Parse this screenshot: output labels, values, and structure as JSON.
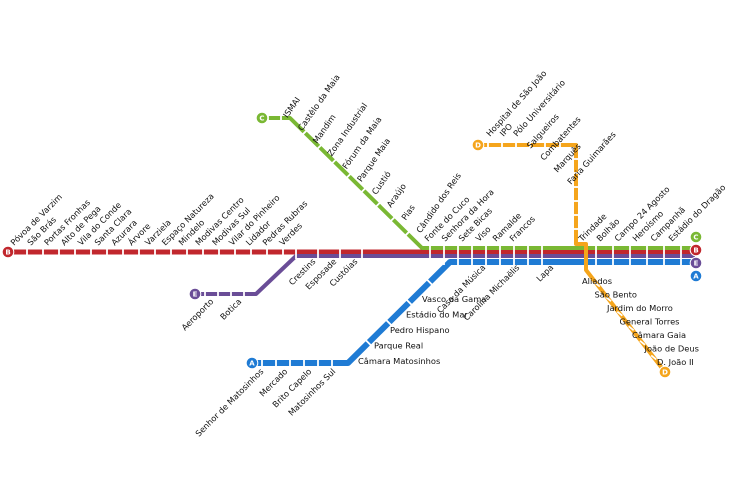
{
  "colors": {
    "line_a": "#1f7bd4",
    "line_b": "#c1272d",
    "line_c": "#7ab834",
    "line_d": "#f5a51c",
    "line_e": "#6a4d97",
    "background": "#ffffff"
  },
  "lines": {
    "a": {
      "letter": "A"
    },
    "b": {
      "letter": "B"
    },
    "c": {
      "letter": "C"
    },
    "d": {
      "letter": "D"
    },
    "e": {
      "letter": "E"
    }
  },
  "stations": {
    "b_branch": [
      "Póvoa de Varzim",
      "São Brás",
      "Portas Fronhas",
      "Alto de Pega",
      "Vila do Conde",
      "Santa Clara",
      "Azurara",
      "Árvore",
      "Varziela",
      "Espaço Natureza",
      "Mindelo",
      "Modivas Centro",
      "Modivas Sul",
      "Vilar do Pinheiro",
      "Lidador",
      "Pedras Rubras",
      "Verdes"
    ],
    "c_branch": [
      "ISMAI",
      "Castêlo da Maia",
      "Mandim",
      "Zona Industrial",
      "Fórum da Maia",
      "Parque Maia",
      "Custió",
      "Araújo",
      "Pias",
      "Cândido dos Reis"
    ],
    "trunk_upper": [
      "Fonte do Cuco",
      "Senhora da Hora",
      "Sete Bicas",
      "Viso",
      "Ramalde",
      "Francos"
    ],
    "trunk_lower": [
      "Casa da Música",
      "Carolina Michaëlis",
      "Lapa"
    ],
    "d_north": [
      "Hospital de São João",
      "IPO",
      "Pólo Universitário",
      "Salgueiros",
      "Combatentes",
      "Marquês",
      "Faria Guimarães"
    ],
    "east_trunk": [
      "Trindade",
      "Bolhão",
      "Campo 24 Agosto",
      "Heroísmo",
      "Campanhã",
      "Estádio do Dragão"
    ],
    "d_south": [
      "Aliados",
      "São Bento",
      "Jardim do Morro",
      "General Torres",
      "Câmara Gaia",
      "João de Deus",
      "D. João II"
    ],
    "e_branch": [
      "Aeroporto",
      "Botica"
    ],
    "lower_branch": [
      "Crestins",
      "Esposade",
      "Custóias"
    ],
    "a_branch": [
      "Senhor de Matosinhos",
      "Mercado",
      "Brito Capelo",
      "Matosinhos Sul"
    ],
    "a_line": [
      "Vasco da Gama",
      "Estádio do Mar",
      "Pedro Hispano",
      "Parque Real",
      "Câmara Matosinhos"
    ]
  }
}
